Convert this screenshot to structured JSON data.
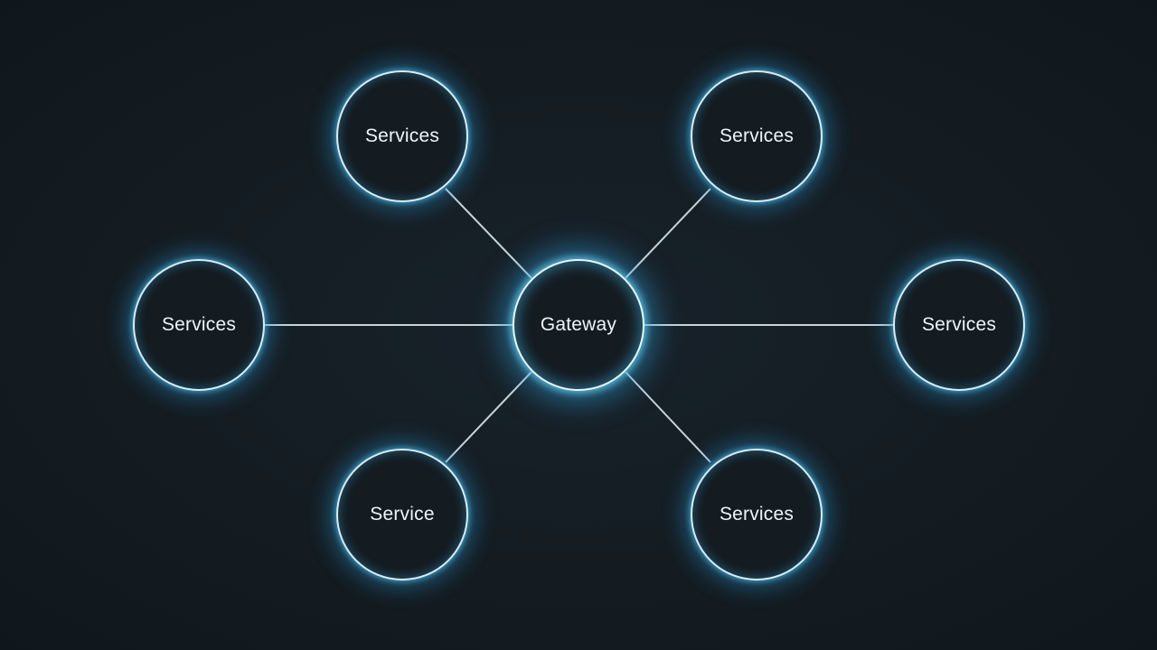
{
  "colors": {
    "background": "#141c22",
    "node_stroke": "#d6eef7",
    "glow": "#4ab4e6",
    "connector": "#c8d4da"
  },
  "gateway": {
    "label": "Gateway"
  },
  "services": [
    {
      "id": "top-left",
      "label": "Services"
    },
    {
      "id": "top-right",
      "label": "Services"
    },
    {
      "id": "left",
      "label": "Services"
    },
    {
      "id": "right",
      "label": "Services"
    },
    {
      "id": "bottom-left",
      "label": "Service"
    },
    {
      "id": "bottom-right",
      "label": "Services"
    }
  ]
}
